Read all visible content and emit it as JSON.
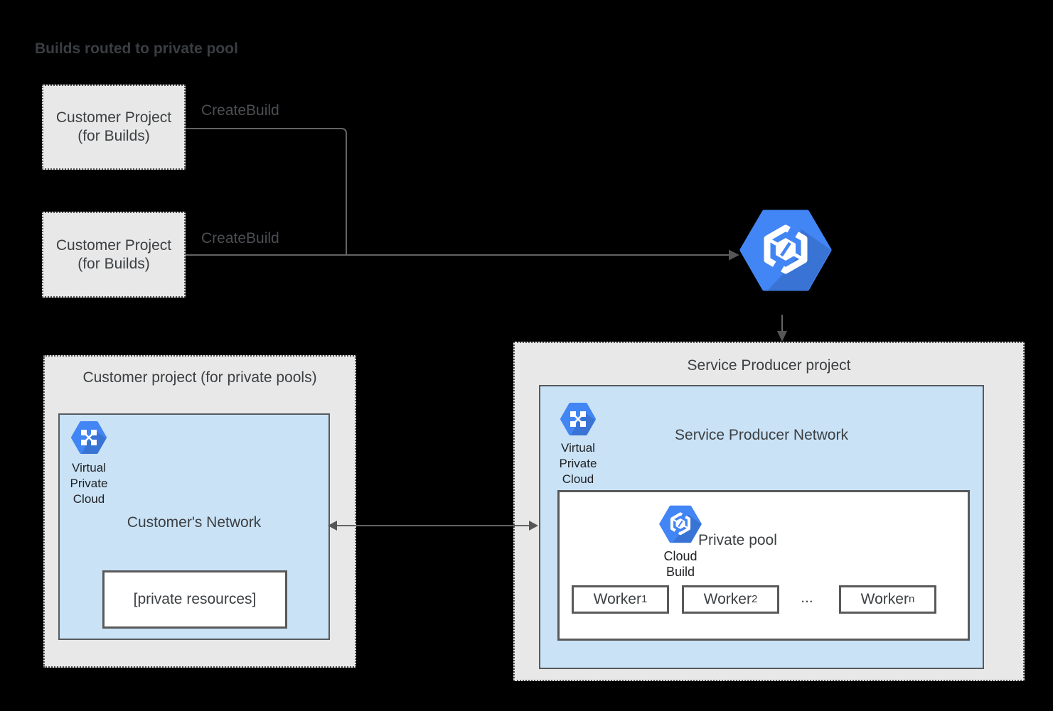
{
  "page_title": "Builds routed to private pool",
  "colors": {
    "background": "#000000",
    "project_box_fill": "#e8e8e8",
    "network_box_fill": "#c9e2f6",
    "icon_blue": "#4285f4",
    "white_box_fill": "#ffffff",
    "connector_gray": "#646464",
    "text_dark": "#3c4043"
  },
  "icons": {
    "cloud_build": "cloud-build-hexagon-icon",
    "vpc": "virtual-private-cloud-hexagon-icon"
  },
  "build_projects": [
    {
      "name_line1": "Customer Project",
      "name_line2": "(for Builds)",
      "call_label": "CreateBuild"
    },
    {
      "name_line1": "Customer Project",
      "name_line2": "(for Builds)",
      "call_label": "CreateBuild"
    }
  ],
  "customer_pool_project": {
    "title": "Customer project (for private pools)",
    "vpc_label_lines": [
      "Virtual",
      "Private",
      "Cloud"
    ],
    "network_title": "Customer's Network",
    "private_resources_label": "[private resources]"
  },
  "service_producer_project": {
    "title": "Service Producer project",
    "vpc_label_lines": [
      "Virtual",
      "Private",
      "Cloud"
    ],
    "network_title": "Service Producer Network",
    "private_pool": {
      "title": "Private pool",
      "cloud_build_label_lines": [
        "Cloud",
        "Build"
      ],
      "workers": [
        {
          "label": "Worker",
          "subscript": "1"
        },
        {
          "label": "Worker",
          "subscript": "2"
        },
        {
          "label": "Worker",
          "subscript": "n"
        }
      ],
      "ellipsis": "..."
    }
  }
}
